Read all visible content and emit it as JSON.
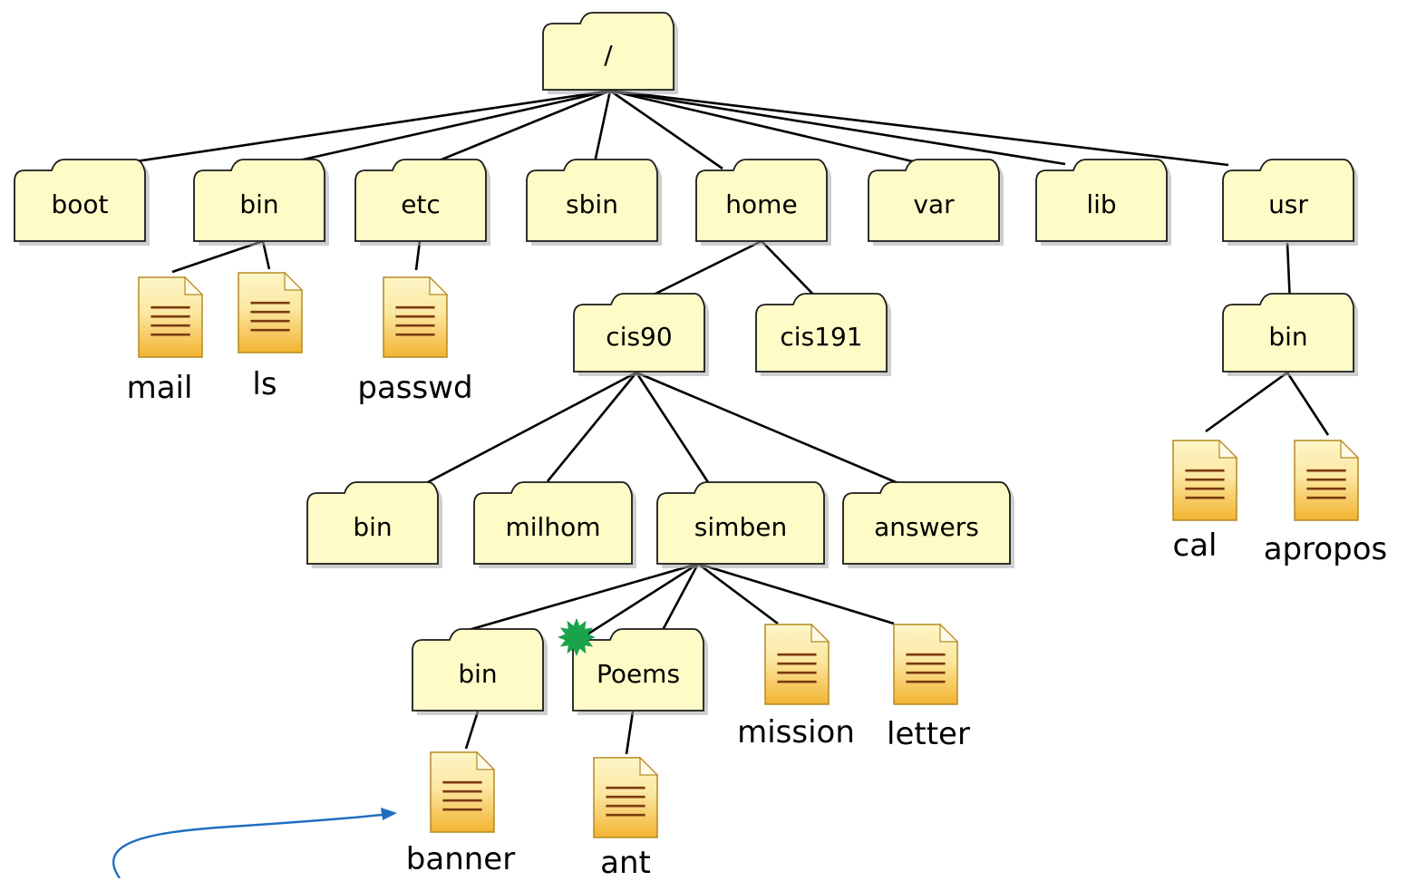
{
  "colors": {
    "folder_fill": "#fefbc7",
    "folder_stroke": "#1a1a1a",
    "file_top": "#fdf6c9",
    "file_bottom": "#f2b431",
    "file_lines": "#7a3a10",
    "edge": "#000000",
    "arrow": "#1f6fbf",
    "marker": "#1aa34a"
  },
  "folders": {
    "root": "/",
    "boot": "boot",
    "bin": "bin",
    "etc": "etc",
    "sbin": "sbin",
    "home": "home",
    "var": "var",
    "lib": "lib",
    "usr": "usr",
    "cis90": "cis90",
    "cis191": "cis191",
    "usrbin": "bin",
    "cisbin": "bin",
    "milhom": "milhom",
    "simben": "simben",
    "answers": "answers",
    "simbin": "bin",
    "poems": "Poems"
  },
  "files": {
    "mail": "mail",
    "ls": "ls",
    "passwd": "passwd",
    "cal": "cal",
    "apropos": "apropos",
    "mission": "mission",
    "letter": "letter",
    "banner": "banner",
    "ant": "ant"
  },
  "icons": {
    "folder": "folder-icon",
    "file": "document-icon",
    "marker": "star-burst-icon"
  }
}
